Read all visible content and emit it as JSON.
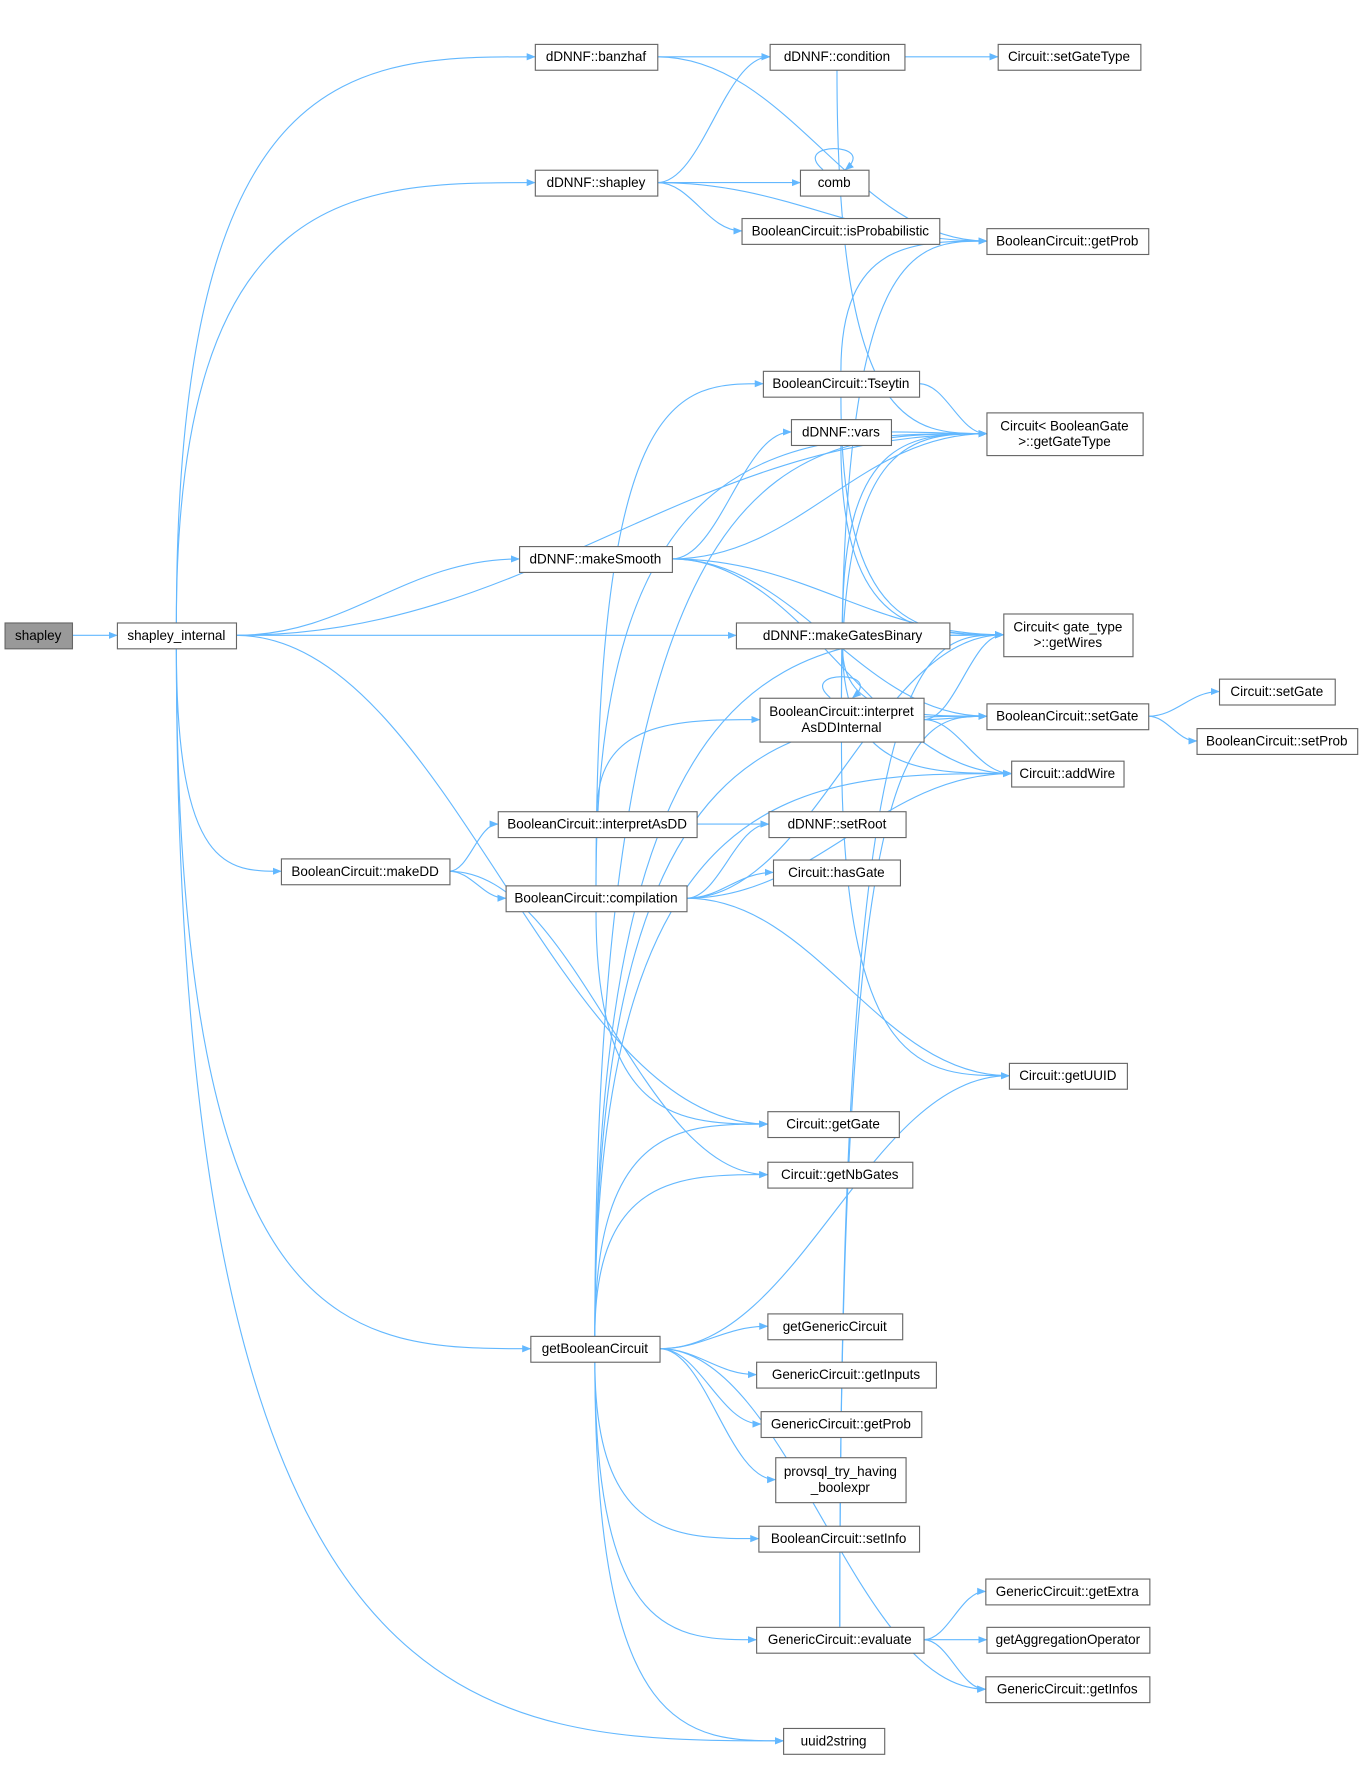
{
  "title": "shapley call graph",
  "colors": {
    "edge": "#63b8ff",
    "node_border": "#666666",
    "root_fill": "#999999"
  },
  "nodes": [
    {
      "id": "shapley",
      "label": [
        "shapley"
      ],
      "root": true
    },
    {
      "id": "shapley_internal",
      "label": [
        "shapley_internal"
      ]
    },
    {
      "id": "banzhaf",
      "label": [
        "dDNNF::banzhaf"
      ]
    },
    {
      "id": "condition",
      "label": [
        "dDNNF::condition"
      ]
    },
    {
      "id": "setGateType",
      "label": [
        "Circuit::setGateType"
      ]
    },
    {
      "id": "dshapley",
      "label": [
        "dDNNF::shapley"
      ]
    },
    {
      "id": "comb",
      "label": [
        "comb"
      ]
    },
    {
      "id": "isProbabilistic",
      "label": [
        "BooleanCircuit::isProbabilistic"
      ]
    },
    {
      "id": "bcGetProb",
      "label": [
        "BooleanCircuit::getProb"
      ]
    },
    {
      "id": "tseytin",
      "label": [
        "BooleanCircuit::Tseytin"
      ]
    },
    {
      "id": "getGateType",
      "label": [
        "Circuit< BooleanGate",
        ">::getGateType"
      ]
    },
    {
      "id": "vars",
      "label": [
        "dDNNF::vars"
      ]
    },
    {
      "id": "makeSmooth",
      "label": [
        "dDNNF::makeSmooth"
      ]
    },
    {
      "id": "getWires",
      "label": [
        "Circuit< gate_type",
        ">::getWires"
      ]
    },
    {
      "id": "makeGatesBinary",
      "label": [
        "dDNNF::makeGatesBinary"
      ]
    },
    {
      "id": "interpInternal",
      "label": [
        "BooleanCircuit::interpret",
        "AsDDInternal"
      ]
    },
    {
      "id": "bcSetGate",
      "label": [
        "BooleanCircuit::setGate"
      ]
    },
    {
      "id": "cSetGate",
      "label": [
        "Circuit::setGate"
      ]
    },
    {
      "id": "setProb",
      "label": [
        "BooleanCircuit::setProb"
      ]
    },
    {
      "id": "addWire",
      "label": [
        "Circuit::addWire"
      ]
    },
    {
      "id": "interpretAsDD",
      "label": [
        "BooleanCircuit::interpretAsDD"
      ]
    },
    {
      "id": "setRoot",
      "label": [
        "dDNNF::setRoot"
      ]
    },
    {
      "id": "makeDD",
      "label": [
        "BooleanCircuit::makeDD"
      ]
    },
    {
      "id": "hasGate",
      "label": [
        "Circuit::hasGate"
      ]
    },
    {
      "id": "compilation",
      "label": [
        "BooleanCircuit::compilation"
      ]
    },
    {
      "id": "getUUID",
      "label": [
        "Circuit::getUUID"
      ]
    },
    {
      "id": "getGate",
      "label": [
        "Circuit::getGate"
      ]
    },
    {
      "id": "getNbGates",
      "label": [
        "Circuit::getNbGates"
      ]
    },
    {
      "id": "getBooleanCircuit",
      "label": [
        "getBooleanCircuit"
      ]
    },
    {
      "id": "getGenericCircuit",
      "label": [
        "getGenericCircuit"
      ]
    },
    {
      "id": "getInputs",
      "label": [
        "GenericCircuit::getInputs"
      ]
    },
    {
      "id": "gcGetProb",
      "label": [
        "GenericCircuit::getProb"
      ]
    },
    {
      "id": "provsql",
      "label": [
        "provsql_try_having",
        "_boolexpr"
      ]
    },
    {
      "id": "setInfo",
      "label": [
        "BooleanCircuit::setInfo"
      ]
    },
    {
      "id": "getExtra",
      "label": [
        "GenericCircuit::getExtra"
      ]
    },
    {
      "id": "evaluate",
      "label": [
        "GenericCircuit::evaluate"
      ]
    },
    {
      "id": "getAggOp",
      "label": [
        "getAggregationOperator"
      ]
    },
    {
      "id": "getInfos",
      "label": [
        "GenericCircuit::getInfos"
      ]
    },
    {
      "id": "uuid2string",
      "label": [
        "uuid2string"
      ]
    }
  ],
  "edges": [
    [
      "shapley",
      "shapley_internal"
    ],
    [
      "shapley_internal",
      "banzhaf"
    ],
    [
      "shapley_internal",
      "dshapley"
    ],
    [
      "shapley_internal",
      "getGateType"
    ],
    [
      "shapley_internal",
      "makeSmooth"
    ],
    [
      "shapley_internal",
      "makeGatesBinary"
    ],
    [
      "shapley_internal",
      "makeDD"
    ],
    [
      "shapley_internal",
      "getGate"
    ],
    [
      "shapley_internal",
      "getBooleanCircuit"
    ],
    [
      "shapley_internal",
      "uuid2string"
    ],
    [
      "banzhaf",
      "condition"
    ],
    [
      "banzhaf",
      "bcGetProb"
    ],
    [
      "condition",
      "setGateType"
    ],
    [
      "condition",
      "getGateType"
    ],
    [
      "dshapley",
      "condition"
    ],
    [
      "dshapley",
      "bcGetProb"
    ],
    [
      "dshapley",
      "comb"
    ],
    [
      "dshapley",
      "isProbabilistic"
    ],
    [
      "comb",
      "comb"
    ],
    [
      "tseytin",
      "bcGetProb"
    ],
    [
      "tseytin",
      "getGateType"
    ],
    [
      "tseytin",
      "getWires"
    ],
    [
      "vars",
      "getGateType"
    ],
    [
      "vars",
      "getWires"
    ],
    [
      "makeSmooth",
      "getGateType"
    ],
    [
      "makeSmooth",
      "vars"
    ],
    [
      "makeSmooth",
      "getWires"
    ],
    [
      "makeSmooth",
      "bcSetGate"
    ],
    [
      "makeSmooth",
      "addWire"
    ],
    [
      "makeGatesBinary",
      "getGateType"
    ],
    [
      "makeGatesBinary",
      "getWires"
    ],
    [
      "makeGatesBinary",
      "bcSetGate"
    ],
    [
      "makeGatesBinary",
      "addWire"
    ],
    [
      "interpInternal",
      "interpInternal"
    ],
    [
      "interpInternal",
      "bcGetProb"
    ],
    [
      "interpInternal",
      "getGateType"
    ],
    [
      "interpInternal",
      "getWires"
    ],
    [
      "interpInternal",
      "bcSetGate"
    ],
    [
      "interpInternal",
      "addWire"
    ],
    [
      "interpInternal",
      "getUUID"
    ],
    [
      "bcSetGate",
      "cSetGate"
    ],
    [
      "bcSetGate",
      "setProb"
    ],
    [
      "interpretAsDD",
      "interpInternal"
    ],
    [
      "interpretAsDD",
      "setRoot"
    ],
    [
      "makeDD",
      "interpretAsDD"
    ],
    [
      "makeDD",
      "compilation"
    ],
    [
      "makeDD",
      "getNbGates"
    ],
    [
      "compilation",
      "tseytin"
    ],
    [
      "compilation",
      "setRoot"
    ],
    [
      "compilation",
      "hasGate"
    ],
    [
      "compilation",
      "getGateType"
    ],
    [
      "compilation",
      "getWires"
    ],
    [
      "compilation",
      "addWire"
    ],
    [
      "compilation",
      "getUUID"
    ],
    [
      "compilation",
      "getGate"
    ],
    [
      "getBooleanCircuit",
      "getGateType"
    ],
    [
      "getBooleanCircuit",
      "getWires"
    ],
    [
      "getBooleanCircuit",
      "bcSetGate"
    ],
    [
      "getBooleanCircuit",
      "addWire"
    ],
    [
      "getBooleanCircuit",
      "getUUID"
    ],
    [
      "getBooleanCircuit",
      "getGate"
    ],
    [
      "getBooleanCircuit",
      "getNbGates"
    ],
    [
      "getBooleanCircuit",
      "getGenericCircuit"
    ],
    [
      "getBooleanCircuit",
      "getInputs"
    ],
    [
      "getBooleanCircuit",
      "gcGetProb"
    ],
    [
      "getBooleanCircuit",
      "provsql"
    ],
    [
      "getBooleanCircuit",
      "setInfo"
    ],
    [
      "getBooleanCircuit",
      "evaluate"
    ],
    [
      "getBooleanCircuit",
      "getInfos"
    ],
    [
      "getBooleanCircuit",
      "uuid2string"
    ],
    [
      "evaluate",
      "getExtra"
    ],
    [
      "evaluate",
      "getAggOp"
    ],
    [
      "evaluate",
      "getInfos"
    ],
    [
      "evaluate",
      "getWires"
    ],
    [
      "evaluate",
      "bcSetGate"
    ]
  ]
}
